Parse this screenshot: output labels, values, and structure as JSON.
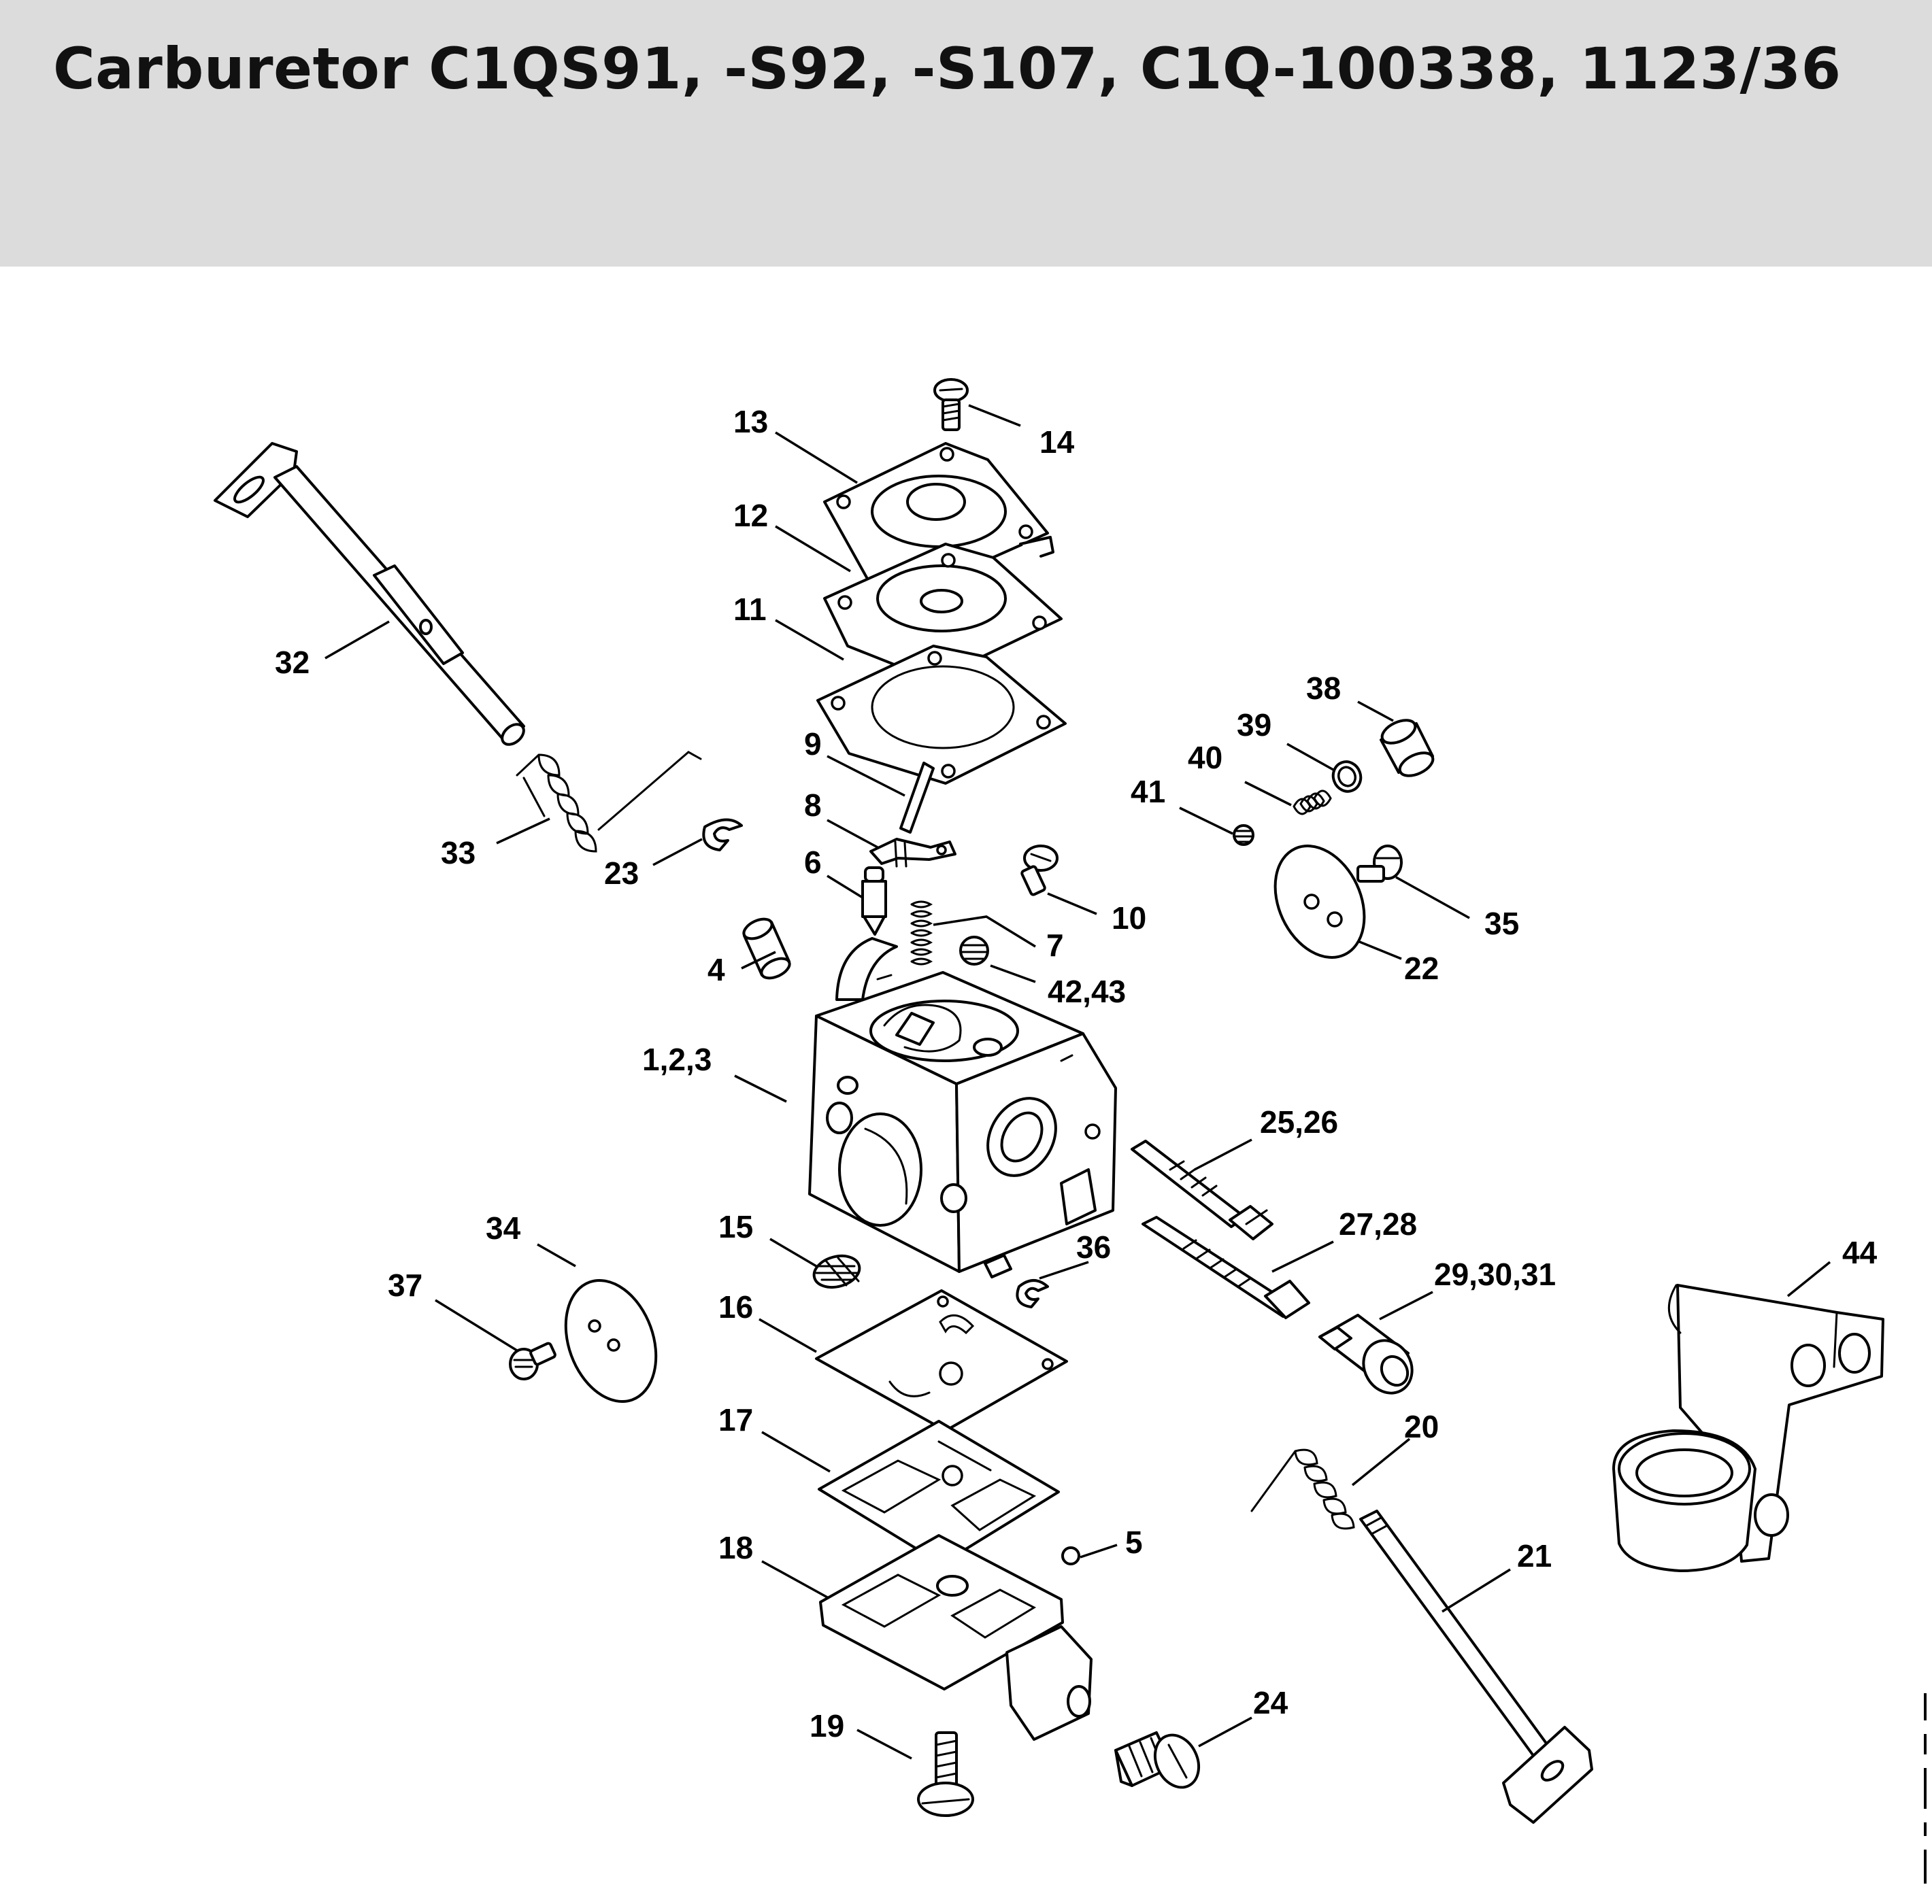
{
  "title": "Carburetor C1QS91, -S92, -S107, C1Q-100338, 1123/36",
  "colors": {
    "header_bg": "#dcdcdc",
    "line": "#000000",
    "background": "#ffffff"
  },
  "callouts": {
    "c1": "1,2,3",
    "c4": "4",
    "c5": "5",
    "c6": "6",
    "c7": "7",
    "c8": "8",
    "c9": "9",
    "c10": "10",
    "c11": "11",
    "c12": "12",
    "c13": "13",
    "c14": "14",
    "c15": "15",
    "c16": "16",
    "c17": "17",
    "c18": "18",
    "c19": "19",
    "c20": "20",
    "c21": "21",
    "c22": "22",
    "c23": "23",
    "c24": "24",
    "c25": "25,26",
    "c27": "27,28",
    "c29": "29,30,31",
    "c32": "32",
    "c33": "33",
    "c34": "34",
    "c35": "35",
    "c36": "36",
    "c37": "37",
    "c38": "38",
    "c39": "39",
    "c40": "40",
    "c41": "41",
    "c42": "42,43",
    "c44": "44"
  }
}
